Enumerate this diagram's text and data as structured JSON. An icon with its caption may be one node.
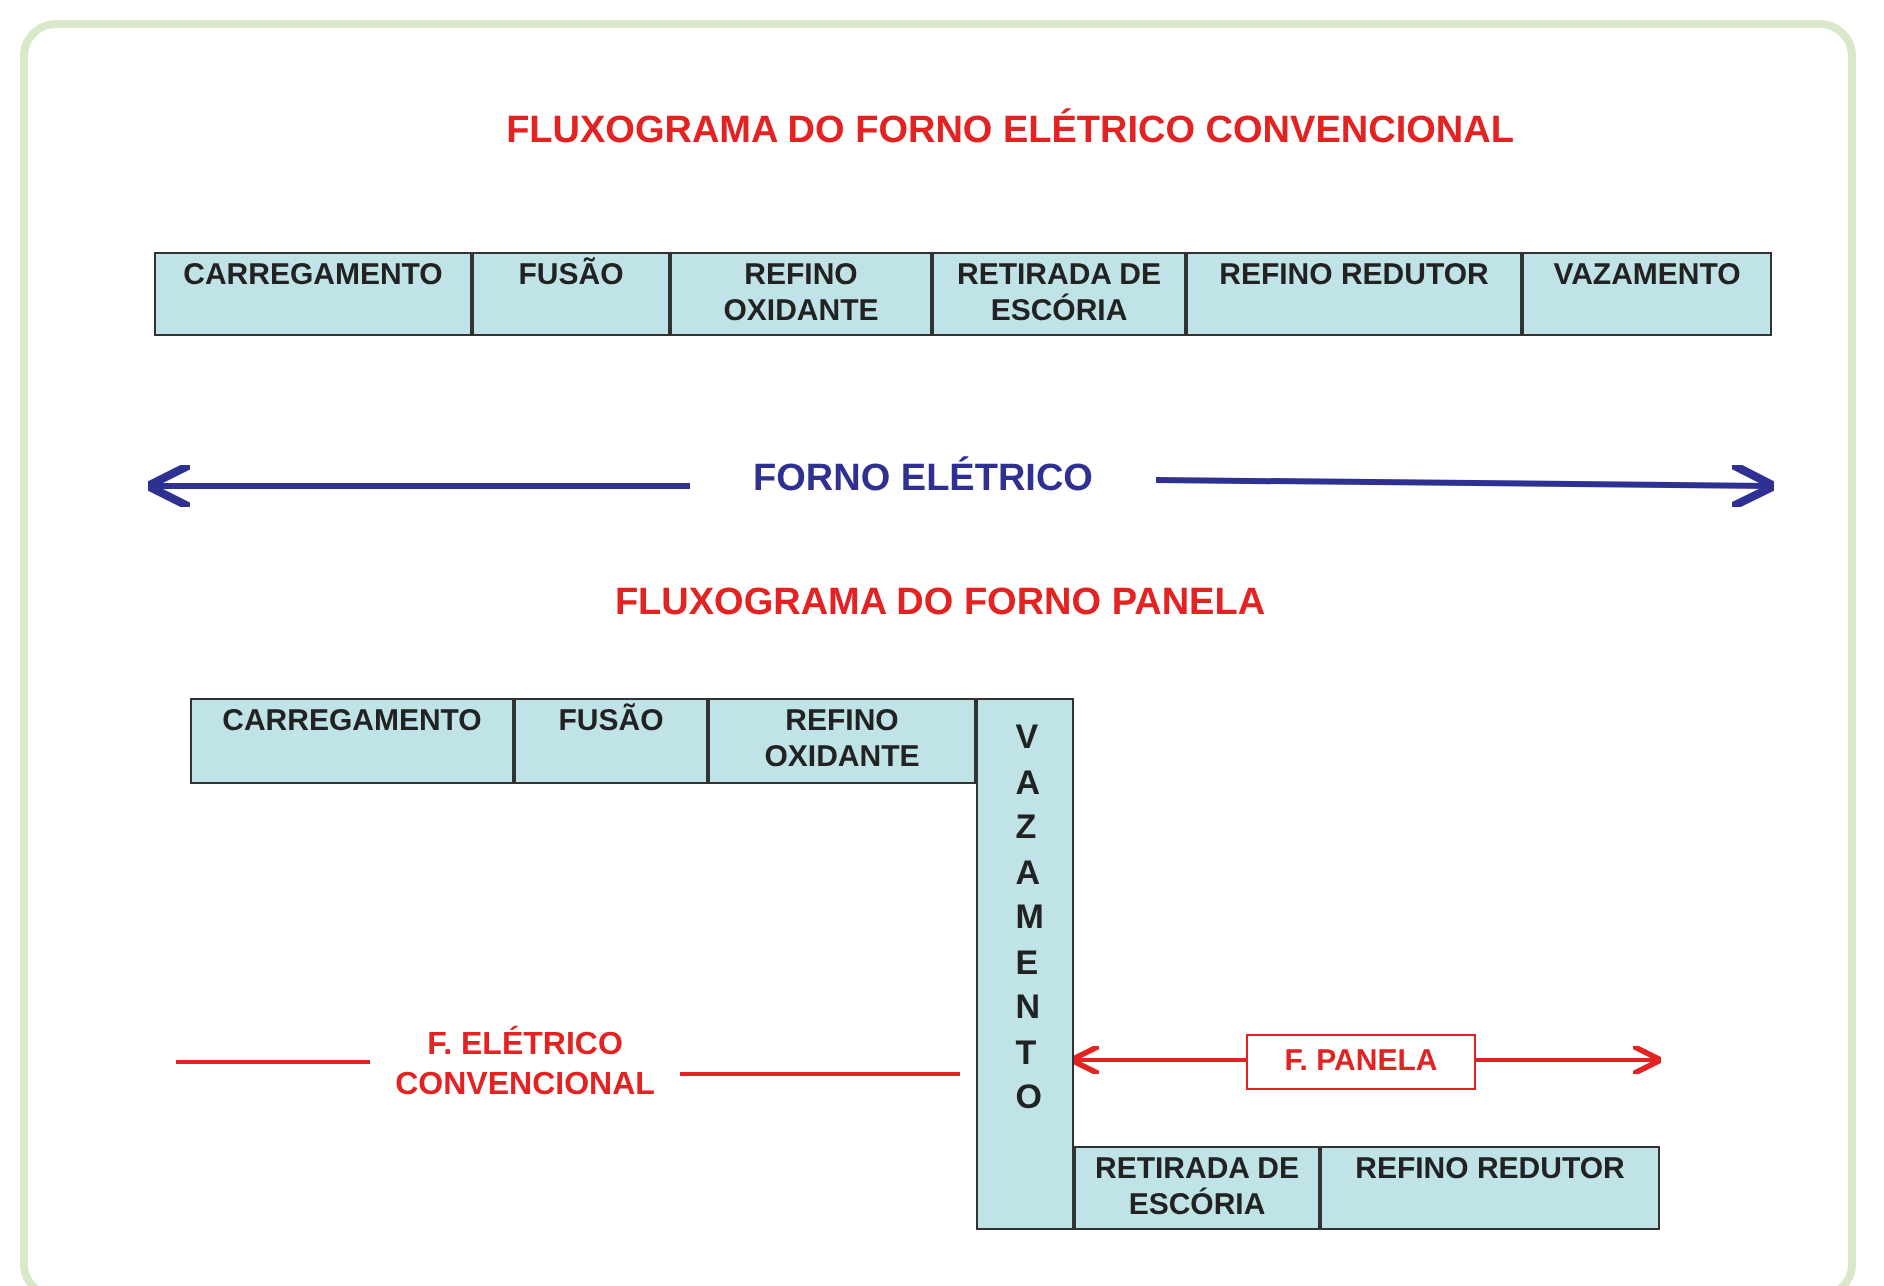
{
  "diagram": {
    "title": "FLUXOGRAMA DO FORNO ELÉTRICO CONVENCIONAL",
    "nodes": [
      {
        "text": [
          "CARREGAMENTO"
        ]
      },
      {
        "text": [
          "FUSÃO"
        ]
      },
      {
        "text": [
          "REFINO OXIDANTE"
        ]
      },
      {
        "text": [
          "RETIRADA DE ESCÓRIA"
        ]
      },
      {
        "text": [
          "REFINO REDUTOR"
        ]
      },
      {
        "text": [
          "VAZAMENTO"
        ]
      },
      {
        "text": [
          "CARREGAMENTO"
        ]
      },
      {
        "text": [
          "FUSÃO"
        ]
      },
      {
        "text": [
          "REFINO OXIDANTE"
        ]
      },
      {
        "text": [
          "VAZAMENTO"
        ]
      },
      {
        "text": [
          "RETIRADA DE ESCÓRIA"
        ]
      },
      {
        "text": [
          "REFINO REDUTOR"
        ]
      },
      {
        "text": [
          "F. PANELA"
        ]
      }
    ],
    "edges": [
      {
        "from": 12,
        "to": 9,
        "arrow": "to"
      }
    ],
    "labels": [
      "FORNO ELÉTRICO",
      "FLUXOGRAMA DO FORNO PANELA",
      "F. ELÉTRICO CONVENCIONAL"
    ]
  }
}
